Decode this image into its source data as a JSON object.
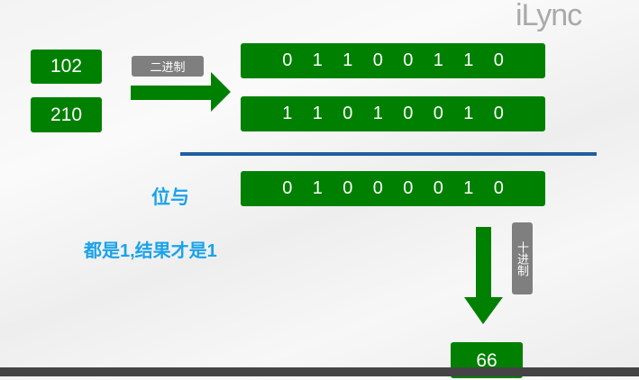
{
  "logo": "iLync",
  "inputs": [
    "102",
    "210"
  ],
  "binary_label": "二进制",
  "binary_rows": [
    [
      "0",
      "1",
      "1",
      "0",
      "0",
      "1",
      "1",
      "0"
    ],
    [
      "1",
      "1",
      "0",
      "1",
      "0",
      "0",
      "1",
      "0"
    ]
  ],
  "op_label": "位与",
  "result_bits": [
    "0",
    "1",
    "0",
    "0",
    "0",
    "0",
    "1",
    "0"
  ],
  "rule_text": "都是1,结果才是1",
  "decimal_label": "十进制",
  "result_decimal": "66",
  "colors": {
    "green": "#008000",
    "blue_line": "#1f5fa0",
    "text_blue": "#1aa3e8",
    "gray": "#7f7f7f"
  }
}
